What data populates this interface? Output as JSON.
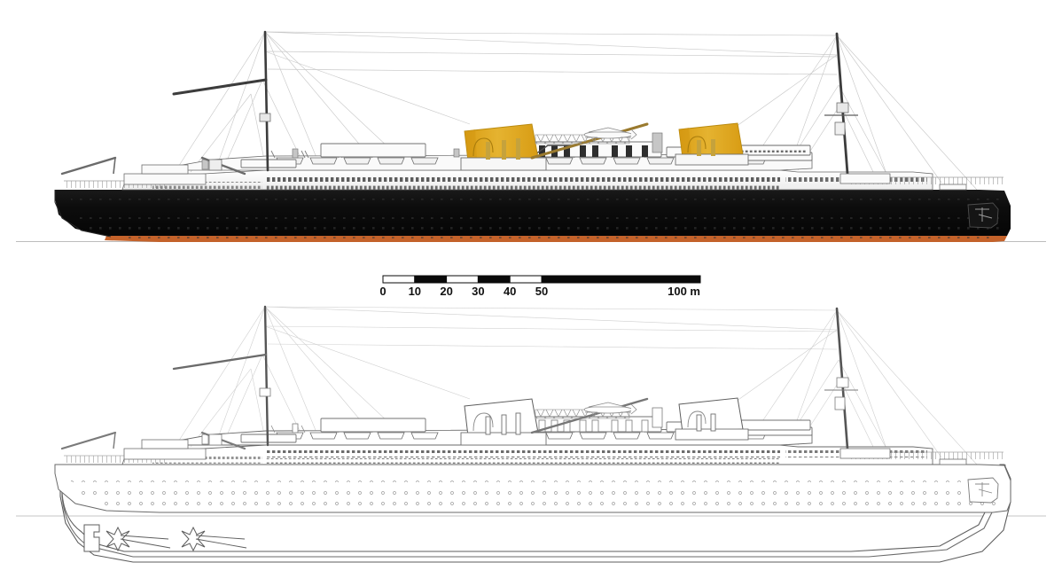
{
  "drawing": {
    "type": "ship-profile-technical-drawing",
    "subject": "Ocean liner starboard profile and underwater body plan",
    "background_color": "#ffffff",
    "views": [
      {
        "id": "upper",
        "name": "Starboard profile, painted / coloured rendering",
        "orientation": "bow to the right, stern to the left",
        "hull_color": "#0d0d0d",
        "boot_topping_color": "#c4622a",
        "superstructure_color": "#fbfbfb",
        "funnel_color": "#e0aa22",
        "funnel_shade_color": "#c68f10",
        "line_color": "#4a4a4a",
        "waterline_color": "#b9b9b9",
        "funnel_count": 2,
        "mast_count": 2,
        "propeller_count": 0
      },
      {
        "id": "lower",
        "name": "Outline profile showing underwater hull, rudder and propellers",
        "orientation": "bow to the right, stern to the left",
        "hull_color": "#ffffff",
        "line_color": "#5d5d5d",
        "funnel_color": "#ffffff",
        "funnel_count": 2,
        "mast_count": 2,
        "propeller_count": 2,
        "rudder": true,
        "waterline_color": "#c4c4c4"
      }
    ]
  },
  "scale_bar": {
    "name": "graphic-scale-bar",
    "unit": "m",
    "unit_label": "m",
    "start": 0,
    "end": 100,
    "ticks": [
      {
        "value": 0,
        "label": "0"
      },
      {
        "value": 10,
        "label": "10"
      },
      {
        "value": 20,
        "label": "20"
      },
      {
        "value": 30,
        "label": "30"
      },
      {
        "value": 40,
        "label": "40"
      },
      {
        "value": 50,
        "label": "50"
      },
      {
        "value": 100,
        "label": "100 m"
      }
    ],
    "segments": [
      {
        "from": 0,
        "to": 10,
        "fill": "white"
      },
      {
        "from": 10,
        "to": 20,
        "fill": "black"
      },
      {
        "from": 20,
        "to": 30,
        "fill": "white"
      },
      {
        "from": 30,
        "to": 40,
        "fill": "black"
      },
      {
        "from": 40,
        "to": 50,
        "fill": "white"
      },
      {
        "from": 50,
        "to": 100,
        "fill": "black"
      }
    ],
    "bar_fill_black": "#0a0a0a",
    "bar_fill_white": "#ffffff",
    "bar_stroke": "#0a0a0a"
  }
}
